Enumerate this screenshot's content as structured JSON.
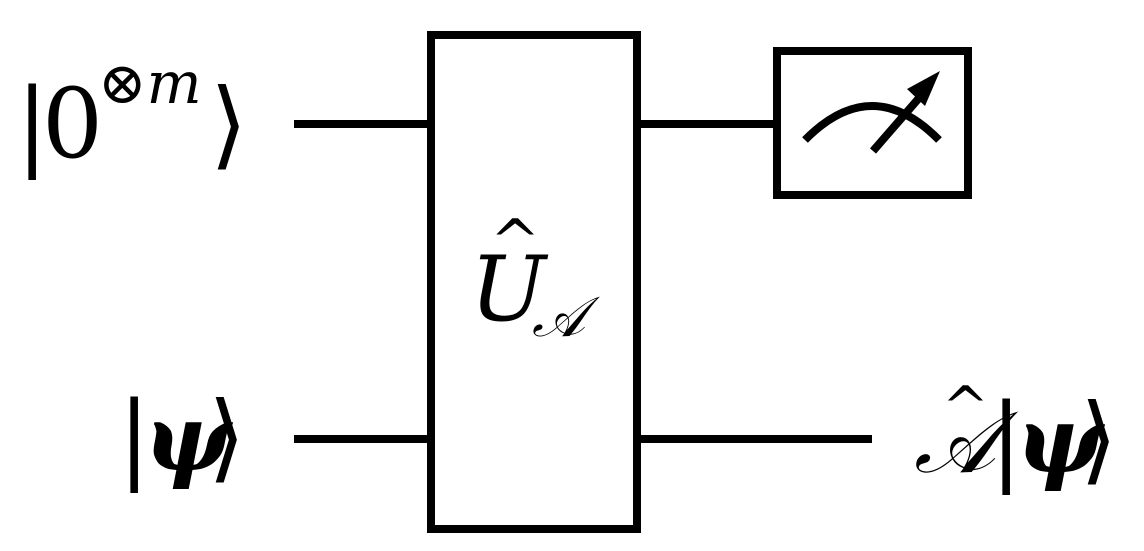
{
  "colors": {
    "stroke": "#000000",
    "background": "#ffffff"
  },
  "inputs": {
    "ancilla": {
      "ket_open": "|",
      "base": "0",
      "superscript": "⊗m",
      "ket_close": "⟩"
    },
    "state": {
      "ket_open": "|",
      "symbol": "ψ",
      "ket_close": "⟩"
    }
  },
  "gate": {
    "hat": "^",
    "symbol": "U",
    "subscript": "𝒜"
  },
  "measurement": {
    "icon": "meter-icon"
  },
  "output": {
    "hat": "^",
    "operator": "𝒜",
    "ket_open": "|",
    "symbol": "ψ",
    "ket_close": "⟩"
  }
}
